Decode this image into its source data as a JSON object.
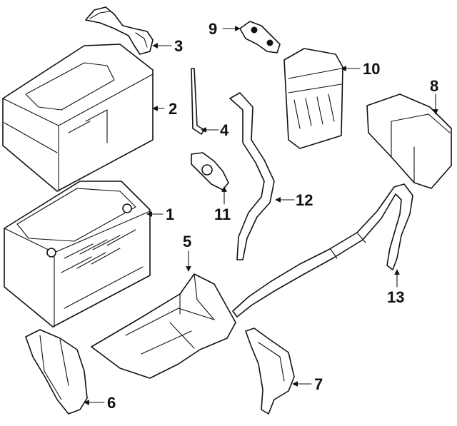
{
  "colors": {
    "line": "#111111",
    "background": "#ffffff"
  },
  "callouts": [
    {
      "id": "1",
      "label": "1"
    },
    {
      "id": "2",
      "label": "2"
    },
    {
      "id": "3",
      "label": "3"
    },
    {
      "id": "4",
      "label": "4"
    },
    {
      "id": "5",
      "label": "5"
    },
    {
      "id": "6",
      "label": "6"
    },
    {
      "id": "7",
      "label": "7"
    },
    {
      "id": "8",
      "label": "8"
    },
    {
      "id": "9",
      "label": "9"
    },
    {
      "id": "10",
      "label": "10"
    },
    {
      "id": "11",
      "label": "11"
    },
    {
      "id": "12",
      "label": "12"
    },
    {
      "id": "13",
      "label": "13"
    }
  ]
}
